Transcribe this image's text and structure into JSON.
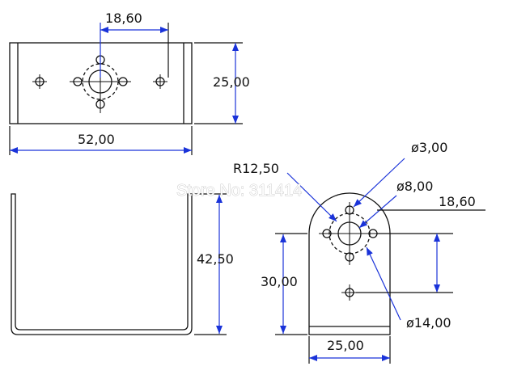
{
  "drawing": {
    "top_view": {
      "hole_spacing": "18,60",
      "height": "25,00",
      "width": "52,00"
    },
    "side_view": {
      "height": "42,50"
    },
    "end_view": {
      "radius": "R12,50",
      "small_hole": "ø3,00",
      "center_hole": "ø8,00",
      "hole_spacing": "18,60",
      "height": "30,00",
      "hole_circle": "ø14,00",
      "width": "25,00"
    }
  },
  "watermark": "Store No: 311414",
  "colors": {
    "line": "#111111",
    "dimension": "#1a33d9",
    "background": "#ffffff"
  }
}
